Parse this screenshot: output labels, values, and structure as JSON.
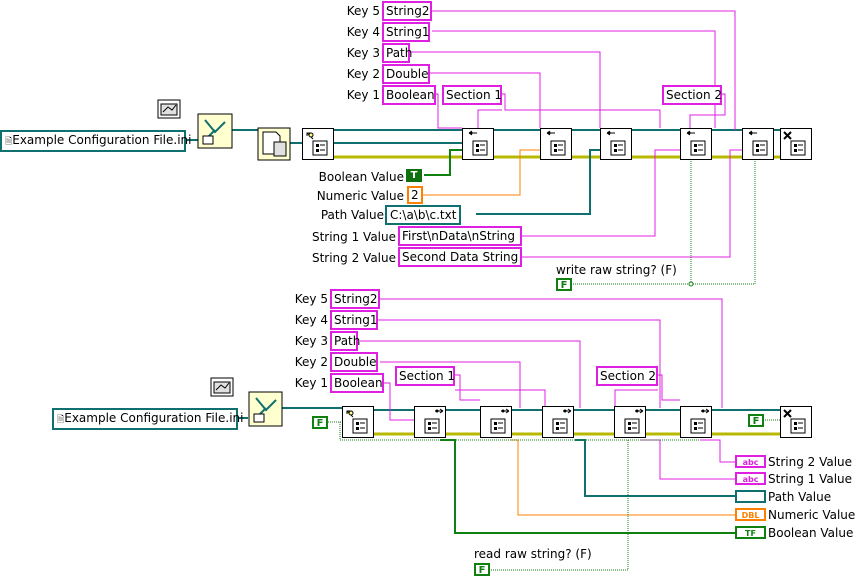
{
  "top": {
    "keys": [
      {
        "label": "Key 5",
        "value": "String2"
      },
      {
        "label": "Key 4",
        "value": "String1"
      },
      {
        "label": "Key 3",
        "value": "Path"
      },
      {
        "label": "Key 2",
        "value": "Double"
      },
      {
        "label": "Key 1",
        "value": "Boolean"
      }
    ],
    "sections": [
      "Section 1",
      "Section 2"
    ],
    "file_path": "Example Configuration File.ini",
    "inputs": [
      {
        "label": "Boolean Value",
        "value": "T"
      },
      {
        "label": "Numeric Value",
        "value": "2"
      },
      {
        "label": "Path Value",
        "value": "C:\\a\\b\\c.txt"
      },
      {
        "label": "String 1 Value",
        "value": "First\\nData\\nString"
      },
      {
        "label": "String 2 Value",
        "value": "Second Data String"
      }
    ],
    "raw_label": "write raw string? (F)",
    "raw_value": "F"
  },
  "bottom": {
    "keys": [
      {
        "label": "Key 5",
        "value": "String2"
      },
      {
        "label": "Key 4",
        "value": "String1"
      },
      {
        "label": "Key 3",
        "value": "Path"
      },
      {
        "label": "Key 2",
        "value": "Double"
      },
      {
        "label": "Key 1",
        "value": "Boolean"
      }
    ],
    "sections": [
      "Section 1",
      "Section 2"
    ],
    "file_path": "Example Configuration File.ini",
    "false_const": "F",
    "end_const": "F",
    "outputs": [
      {
        "label": "String 2 Value",
        "tag": "abc"
      },
      {
        "label": "String 1 Value",
        "tag": "abc"
      },
      {
        "label": "Path Value",
        "tag": ""
      },
      {
        "label": "Numeric Value",
        "tag": "DBL"
      },
      {
        "label": "Boolean Value",
        "tag": "TF"
      }
    ],
    "raw_label": "read raw string? (F)",
    "raw_value": "F"
  },
  "colors": {
    "string_wire": "#e020e0",
    "path_wire": "#107070",
    "numeric_wire": "#ff8000",
    "boolean_wire": "#108010",
    "refnum_wire": "#107070"
  }
}
